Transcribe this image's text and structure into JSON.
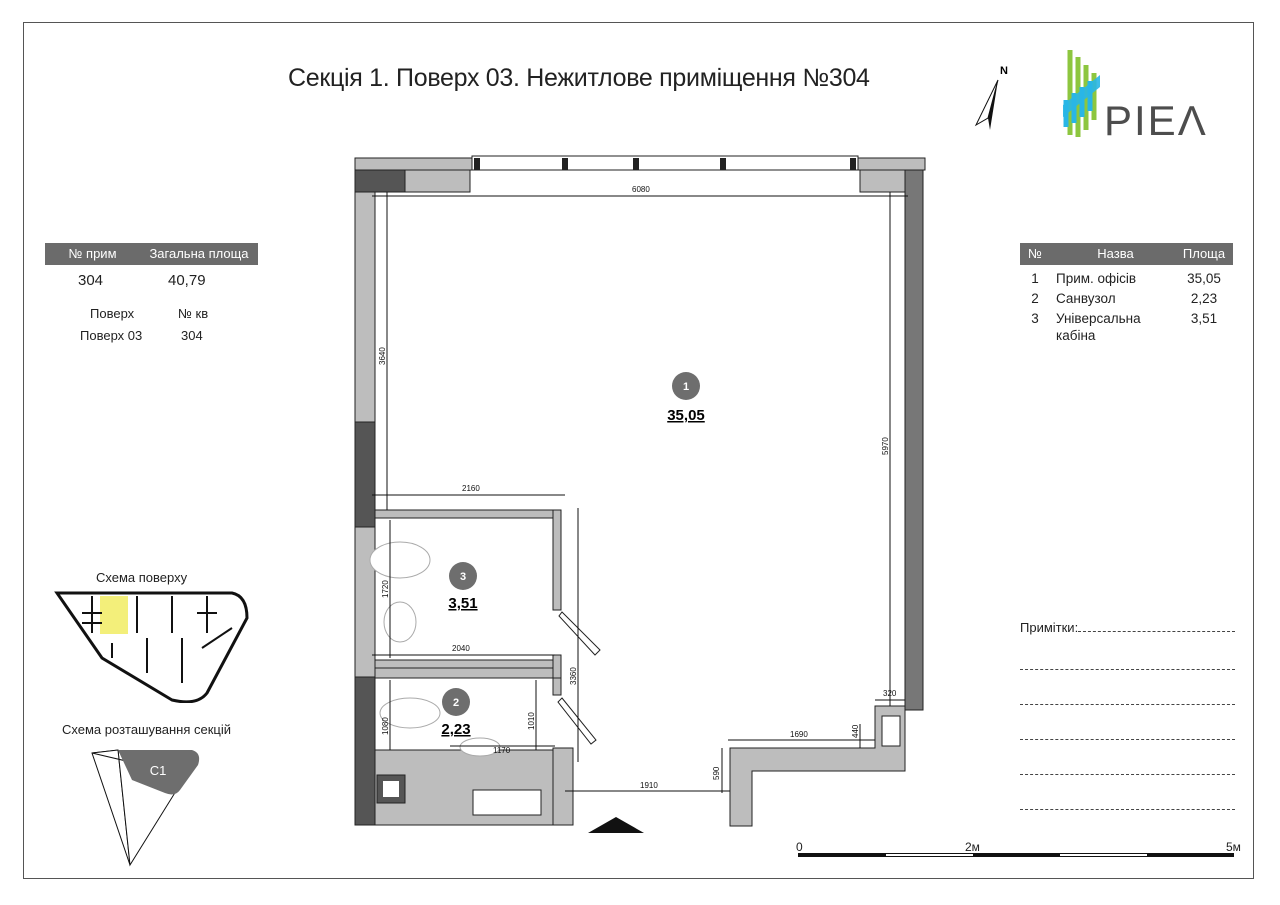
{
  "title": "Секція 1. Поверх 03. Нежитлове приміщення №304",
  "compass": {
    "label": "N",
    "icon": "north-arrow-icon"
  },
  "logo": {
    "text": "PIEΛ",
    "colors": {
      "green": "#8dc63f",
      "blue": "#29b6e6",
      "gray": "#4d4d4d"
    }
  },
  "summary": {
    "headers": [
      "№ прим",
      "Загальна площа"
    ],
    "unit_number": "304",
    "total_area": "40,79",
    "floor_label": "Поверх",
    "floor_value": "Поверх 03",
    "apt_label": "№ кв",
    "apt_value": "304"
  },
  "rooms_table": {
    "headers": [
      "№",
      "Назва",
      "Площа"
    ],
    "rows": [
      {
        "num": "1",
        "name": "Прим. офісів",
        "area": "35,05"
      },
      {
        "num": "2",
        "name": "Санвузол",
        "area": "2,23"
      },
      {
        "num": "3",
        "name": "Універсальна кабіна",
        "area": "3,51"
      }
    ]
  },
  "plan": {
    "rooms": [
      {
        "num": "1",
        "area": "35,05"
      },
      {
        "num": "2",
        "area": "2,23"
      },
      {
        "num": "3",
        "area": "3,51"
      }
    ],
    "dimensions": {
      "top_width": "6080",
      "left_height": "3640",
      "right_height": "5970",
      "cabin_width_top": "2160",
      "cabin_width_bottom": "2040",
      "cabin_height": "1720",
      "wc_block_height": "3360",
      "wc_height_left": "1080",
      "wc_height_right": "1010",
      "wc_sink_width": "1170",
      "bottom_width": "1910",
      "step_height": "590",
      "right_ledge_width": "1690",
      "ledge_height": "440",
      "corner_width": "320"
    },
    "colors": {
      "wall_light": "#bdbdbd",
      "wall_dark": "#555555",
      "badge": "#6e6e6e"
    }
  },
  "floor_scheme": {
    "label": "Схема поверху",
    "highlight_color": "#f3ef7a"
  },
  "sections_scheme": {
    "label": "Схема розташування секцій",
    "section": "C1"
  },
  "notes": {
    "label": "Примітки:"
  },
  "scale_bar": {
    "labels": [
      "0",
      "2м",
      "5м"
    ]
  }
}
